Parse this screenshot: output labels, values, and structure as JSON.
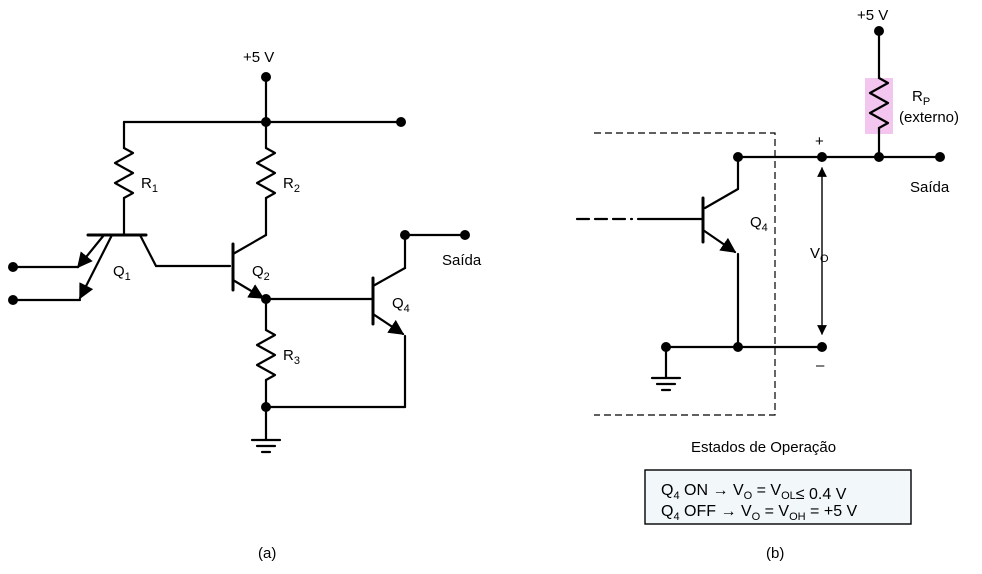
{
  "colors": {
    "wire": "#000000",
    "resistor_highlight": "#f2c6ee",
    "state_box_fill": "#f2f8fa",
    "background": "#ffffff"
  },
  "circuit_a": {
    "supply_label": "+5 V",
    "r1": {
      "main": "R",
      "sub": "1"
    },
    "r2": {
      "main": "R",
      "sub": "2"
    },
    "r3": {
      "main": "R",
      "sub": "3"
    },
    "q1": {
      "main": "Q",
      "sub": "1"
    },
    "q2": {
      "main": "Q",
      "sub": "2"
    },
    "q4": {
      "main": "Q",
      "sub": "4"
    },
    "output_label": "Saída",
    "caption": "(a)"
  },
  "circuit_b": {
    "supply_label": "+5 V",
    "rp": {
      "main": "R",
      "sub": "P",
      "note": "(externo)"
    },
    "q4": {
      "main": "Q",
      "sub": "4"
    },
    "plus_sign": "+",
    "minus_sign": "–",
    "vo": {
      "main": "V",
      "sub": "O"
    },
    "output_label": "Saída",
    "states_title": "Estados de Operação",
    "states": [
      {
        "q": "Q",
        "q_sub": "4",
        "state": "ON",
        "arrow": "→",
        "v": "V",
        "v_sub": "O",
        "eq": "=",
        "vx": "V",
        "vx_sub": "OL",
        "rel": "≤",
        "value": "0.4 V"
      },
      {
        "q": "Q",
        "q_sub": "4",
        "state": "OFF",
        "arrow": "→",
        "v": "V",
        "v_sub": "O",
        "eq": "=",
        "vx": "V",
        "vx_sub": "OH",
        "rel": "=",
        "value": "+5 V"
      }
    ],
    "caption": "(b)"
  }
}
